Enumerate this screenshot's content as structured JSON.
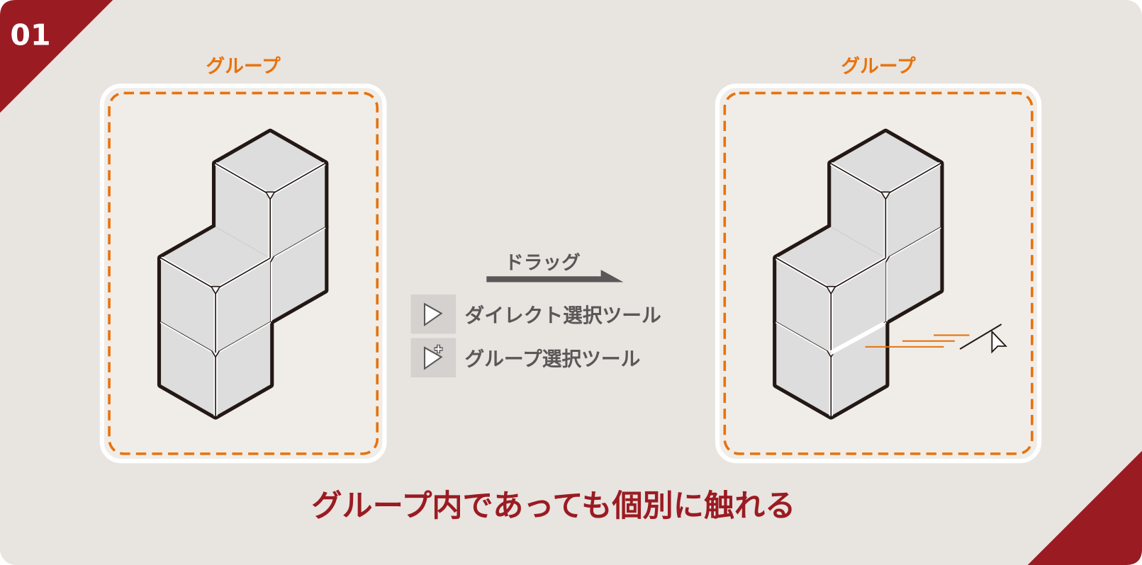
{
  "badge": "01",
  "left_panel": {
    "label": "グループ"
  },
  "right_panel": {
    "label": "グループ"
  },
  "center": {
    "drag_label": "ドラッグ",
    "tools": [
      {
        "icon": "direct-selection-icon",
        "label": "ダイレクト選択ツール"
      },
      {
        "icon": "group-selection-icon",
        "label": "グループ選択ツール"
      }
    ]
  },
  "caption": "グループ内であっても個別に触れる",
  "colors": {
    "accent_red": "#9b1b22",
    "orange": "#e8720c",
    "background": "#e8e4e0",
    "panel": "#f0ede8",
    "cube": "#dcdddc",
    "outline": "#231815",
    "text_gray": "#595757"
  }
}
